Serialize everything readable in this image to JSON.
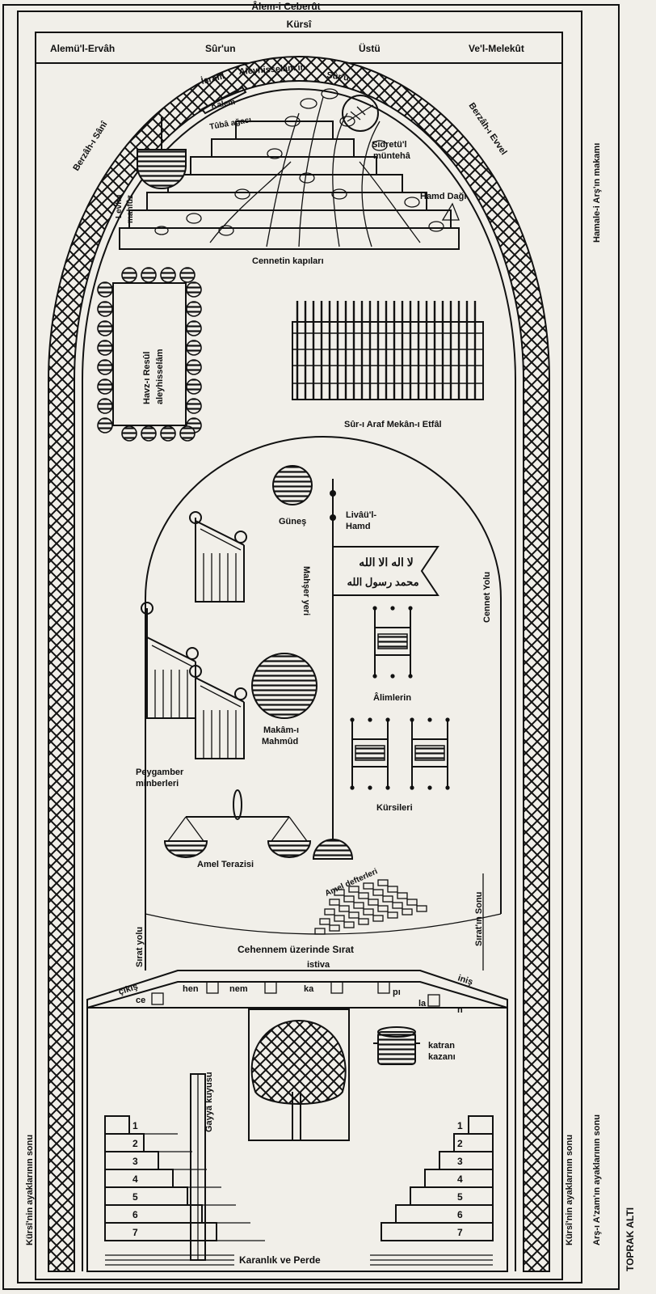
{
  "labels": {
    "alem_ceberut": "Âlem-i Ceberût",
    "kursi_top": "Kürsî",
    "alemul_ervah": "Alemü'l-Ervâh",
    "sur_un": "Sûr'un",
    "ustu": "Üstü",
    "vel_melekut": "Ve'l-Melekût",
    "israfil": "İsrafil",
    "aleyhisselamin": "Aleyhisselâm'ın",
    "suru": "Sûr'u",
    "kalem": "Kalem",
    "tuba_agaci": "Tûbâ ağacı",
    "sidretul": "Sidretü'l",
    "munteha": "müntehâ",
    "berzah_sani": "Berzâh-ı Sânî",
    "berzah_evvel": "Berzâh-ı Evvel",
    "levh_1": "Levh-i",
    "levh_2": "mahfûz",
    "hamd_dagi": "Hamd Dağı",
    "hamale": "Hamale-i Arş'ın makamı",
    "cennetin_kapilari": "Cennetin kapıları",
    "havz_1": "Havz-ı Resûl",
    "havz_2": "aleyhisselâm",
    "sur_araf": "Sûr-ı Araf Mekân-ı Etfâl",
    "gunes": "Güneş",
    "liva_1": "Livâü'l-",
    "liva_2": "Hamd",
    "mahser_yeri": "Mahşer yeri",
    "cennet_yolu": "Cennet Yolu",
    "kelime_1": "لا اله الا الله",
    "kelime_2": "محمد رسول الله",
    "alimlerin": "Âlimlerin",
    "makam_1": "Makâm-ı",
    "makam_2": "Mahmûd",
    "peygamber_1": "Peygamber",
    "peygamber_2": "minberleri",
    "kursileri": "Kürsileri",
    "amel_terazisi": "Amel Terazisi",
    "amel_defterleri": "Amel defterleri",
    "sirat_yolu": "Sırat yolu",
    "siratin_sonu": "Sırat'ın Sonu",
    "cehennem_sirat": "Cehennem üzerinde Sırat",
    "istiva": "istiva",
    "cikis": "çıkış",
    "inis": "iniş",
    "ce": "ce",
    "hen": "hen",
    "nem": "nem",
    "ka": "ka",
    "pi": "pı",
    "la": "la",
    "n": "n",
    "katran_1": "katran",
    "katran_2": "kazanı",
    "gayya": "Gayyâ kuyusu",
    "karanlik": "Karanlık ve Perde",
    "kursi_ayak_left": "Kürsî'nin ayaklarının sonu",
    "kursi_ayak_right": "Kürsî'nin ayaklarının sonu",
    "arsi_azam": "Arş-ı A'zam'ın ayaklarının sonu",
    "toprak_alti": "TOPRAK ALTI"
  },
  "hell_levels": [
    "1",
    "2",
    "3",
    "4",
    "5",
    "6",
    "7"
  ]
}
